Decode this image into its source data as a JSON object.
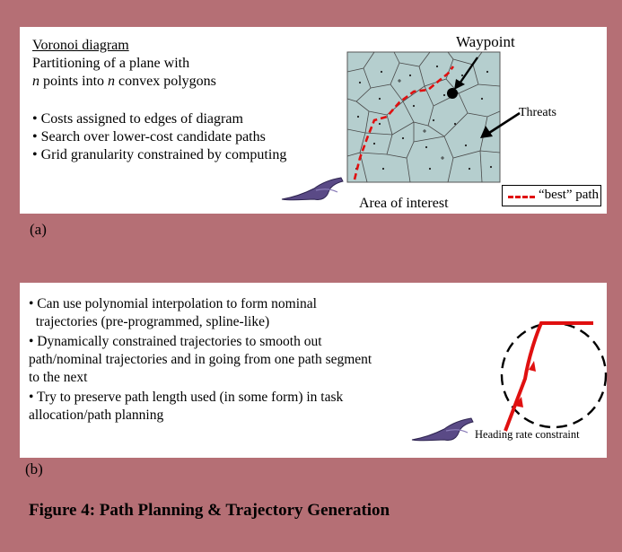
{
  "panel_a": {
    "title": "Voronoi diagram",
    "line1": "Partitioning of a plane with",
    "line2_n1": "n",
    "line2_mid": " points into ",
    "line2_n2": "n",
    "line2_end": " convex polygons",
    "bullets": [
      "• Costs assigned to edges of diagram",
      "• Search over lower-cost candidate paths",
      "• Grid granularity constrained by computing"
    ],
    "waypoint_label": "Waypoint",
    "threats_label": "Threats",
    "area_label": "Area of interest",
    "legend_label": "“best” path",
    "sublabel": "(a)"
  },
  "panel_b": {
    "lines": [
      "• Can use polynomial interpolation to form nominal",
      "  trajectories (pre-programmed, spline-like)",
      "• Dynamically constrained trajectories to smooth out",
      "path/nominal trajectories and in going from one path segment",
      "to the next",
      "• Try to preserve path length used (in some form) in task",
      "allocation/path planning"
    ],
    "heading_label": "Heading rate constraint",
    "sublabel": "(b)"
  },
  "caption": "Figure 4: Path Planning & Trajectory Generation",
  "colors": {
    "background": "#b56f75",
    "path_red": "#e01010",
    "map_fill": "#b5cece",
    "uav_purple": "#5a4a86"
  }
}
